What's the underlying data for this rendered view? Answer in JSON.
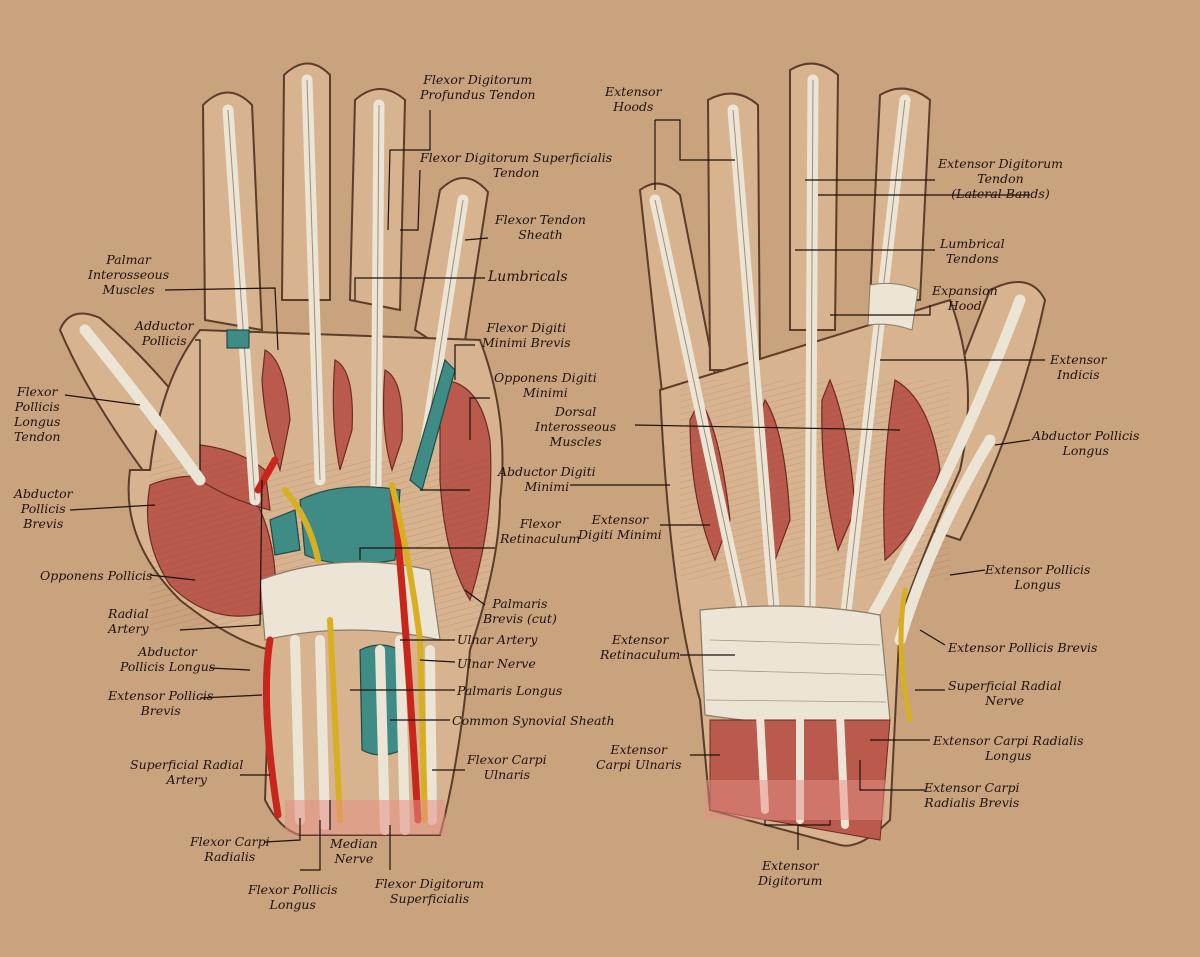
{
  "colors": {
    "paper": "#c9a27e",
    "skin": "#d7b48f",
    "bone_tendon": "#ece4d4",
    "muscle": "#b95a4d",
    "artery": "#c8261d",
    "nerve": "#d6b020",
    "sheath": "#3f8c86",
    "ink": "#1d120c"
  },
  "palmar_view": {
    "labels": {
      "fdp_tendon": [
        "Flexor Digitorum",
        "Profundus Tendon"
      ],
      "fds_tendon": [
        "Flexor Digitorum Superficialis",
        "Tendon"
      ],
      "flexor_tendon_sheath": [
        "Flexor Tendon",
        "Sheath"
      ],
      "palmar_interosseous": [
        "Palmar",
        "Interosseous",
        "Muscles"
      ],
      "lumbricals": [
        "Lumbricals"
      ],
      "adductor_pollicis": [
        "Adductor",
        "Pollicis"
      ],
      "flexor_digiti_minimi_brevis": [
        "Flexor Digiti",
        "Minimi Brevis"
      ],
      "opponens_digiti_minimi": [
        "Opponens Digiti",
        "Minimi"
      ],
      "fpl_tendon": [
        "Flexor",
        "Pollicis",
        "Longus",
        "Tendon"
      ],
      "abductor_digiti_minimi": [
        "Abductor Digiti",
        "Minimi"
      ],
      "abductor_pollicis_brevis": [
        "Abductor",
        "Pollicis",
        "Brevis"
      ],
      "flexor_retinaculum": [
        "Flexor",
        "Retinaculum"
      ],
      "opponens_pollicis": [
        "Opponens Pollicis"
      ],
      "radial_artery": [
        "Radial",
        "Artery"
      ],
      "palmaris_brevis": [
        "Palmaris",
        "Brevis (cut)"
      ],
      "ulnar_artery": [
        "Ulnar Artery"
      ],
      "abductor_pollicis_longus": [
        "Abductor",
        "Pollicis Longus"
      ],
      "ulnar_nerve": [
        "Ulnar Nerve"
      ],
      "extensor_pollicis_brevis": [
        "Extensor Pollicis",
        "Brevis"
      ],
      "palmaris_longus": [
        "Palmaris Longus"
      ],
      "common_synovial_sheath": [
        "Common Synovial Sheath"
      ],
      "superficial_radial_artery": [
        "Superficial Radial",
        "Artery"
      ],
      "flexor_carpi_ulnaris": [
        "Flexor Carpi",
        "Ulnaris"
      ],
      "flexor_carpi_radialis": [
        "Flexor Carpi",
        "Radialis"
      ],
      "median_nerve": [
        "Median",
        "Nerve"
      ],
      "flexor_pollicis_longus": [
        "Flexor Pollicis",
        "Longus"
      ],
      "flexor_digitorum_superficialis": [
        "Flexor Digitorum",
        "Superficialis"
      ]
    }
  },
  "dorsal_view": {
    "labels": {
      "extensor_hoods": [
        "Extensor",
        "Hoods"
      ],
      "extensor_digitorum_tendon": [
        "Extensor Digitorum",
        "Tendon",
        "(Lateral Bands)"
      ],
      "lumbrical_tendons": [
        "Lumbrical",
        "Tendons"
      ],
      "expansion_hood": [
        "Expansion",
        "Hood"
      ],
      "extensor_indicis": [
        "Extensor",
        "Indicis"
      ],
      "dorsal_interosseous": [
        "Dorsal",
        "Interosseous",
        "Muscles"
      ],
      "abductor_pollicis_longus": [
        "Abductor Pollicis",
        "Longus"
      ],
      "extensor_digiti_minimi": [
        "Extensor",
        "Digiti Minimi"
      ],
      "extensor_pollicis_longus": [
        "Extensor Pollicis",
        "Longus"
      ],
      "extensor_retinaculum": [
        "Extensor",
        "Retinaculum"
      ],
      "extensor_pollicis_brevis": [
        "Extensor Pollicis Brevis"
      ],
      "superficial_radial_nerve": [
        "Superficial Radial",
        "Nerve"
      ],
      "extensor_carpi_ulnaris": [
        "Extensor",
        "Carpi Ulnaris"
      ],
      "extensor_carpi_radialis_longus": [
        "Extensor Carpi Radialis",
        "Longus"
      ],
      "extensor_carpi_radialis_brevis": [
        "Extensor Carpi",
        "Radialis Brevis"
      ],
      "extensor_digitorum": [
        "Extensor",
        "Digitorum"
      ]
    }
  }
}
